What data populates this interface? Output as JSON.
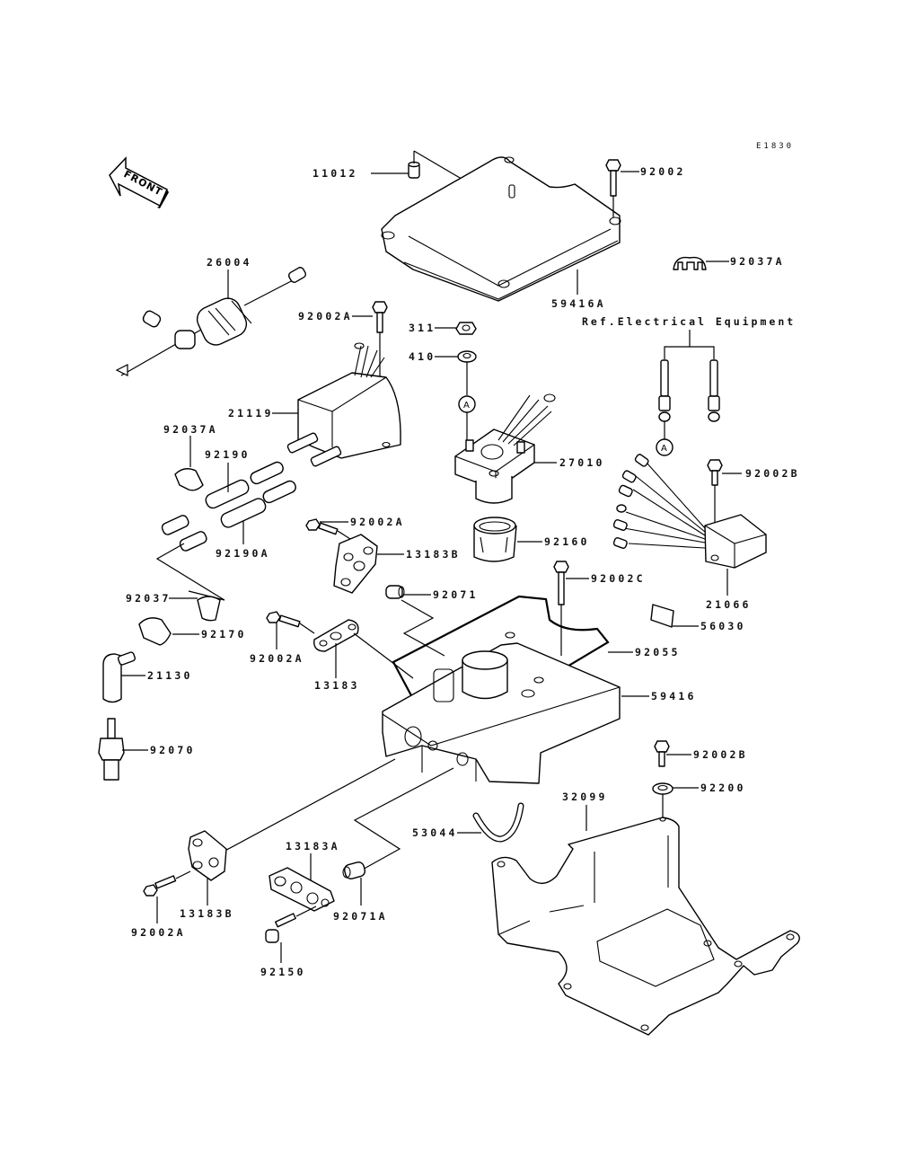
{
  "figure_code": "E1830",
  "front_arrow_label": "FRONT",
  "reference_note": "Ref.Electrical Equipment",
  "connector_marker": "A",
  "parts": {
    "p11012": "11012",
    "p92002_top": "92002",
    "p92037A_top": "92037A",
    "p59416A": "59416A",
    "p26004": "26004",
    "p92002A_coil": "92002A",
    "p311": "311",
    "p410": "410",
    "p21119": "21119",
    "p27010": "27010",
    "p92037A_left": "92037A",
    "p92190": "92190",
    "p92190A": "92190A",
    "p92002A_mid": "92002A",
    "p13183B_mid": "13183B",
    "p92160": "92160",
    "p92002B_reg": "92002B",
    "p21066": "21066",
    "p56030": "56030",
    "p92002C": "92002C",
    "p92071": "92071",
    "p92037": "92037",
    "p92170": "92170",
    "p92002A_left": "92002A",
    "p13183": "13183",
    "p92055": "92055",
    "p59416": "59416",
    "p21130": "21130",
    "p92070": "92070",
    "p92002B_low": "92002B",
    "p92200": "92200",
    "p32099": "32099",
    "p53044": "53044",
    "p13183A": "13183A",
    "p13183B_low": "13183B",
    "p92002A_low": "92002A",
    "p92071A": "92071A",
    "p92150": "92150"
  }
}
